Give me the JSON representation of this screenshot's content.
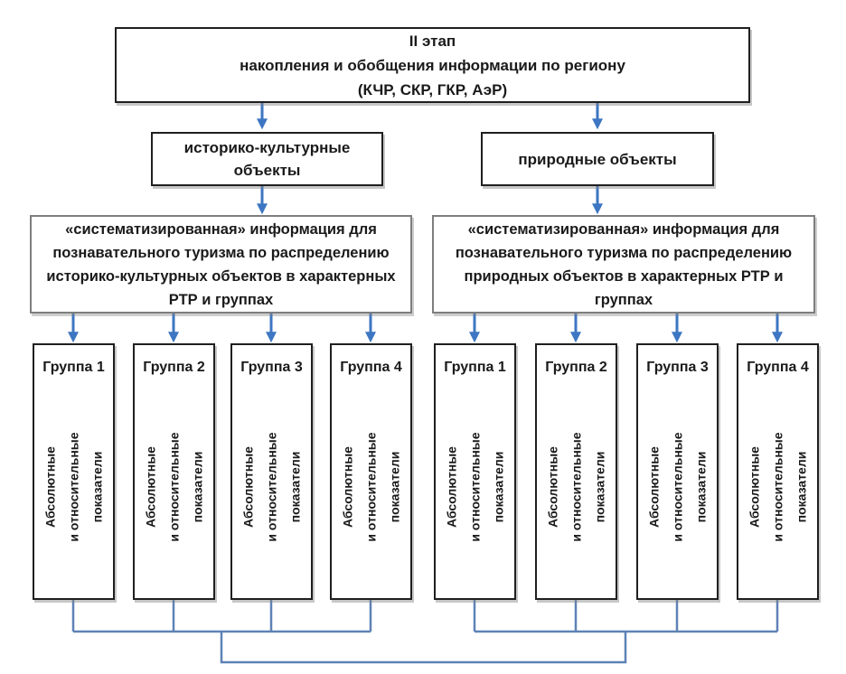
{
  "diagram": {
    "stage_box": {
      "lines": [
        "II этап",
        "накопления и обобщения информации по региону",
        "(КЧР, СКР, ГКР, АэР)"
      ]
    },
    "branches": [
      {
        "id": "historical-cultural",
        "category_lines": [
          "историко-культурные",
          "объекты"
        ],
        "info_lines": [
          "«систематизированная» информация для",
          "познавательного туризма по распределению",
          "историко-культурных объектов в характерных",
          "РТР и группах"
        ],
        "groups": [
          "Группа 1",
          "Группа 2",
          "Группа 3",
          "Группа 4"
        ]
      },
      {
        "id": "natural",
        "category_lines": [
          "природные объекты"
        ],
        "info_lines": [
          "«систематизированная» информация для",
          "познавательного туризма по распределению",
          "природных объектов в характерных РТР и",
          "группах"
        ],
        "groups": [
          "Группа 1",
          "Группа 2",
          "Группа 3",
          "Группа 4"
        ]
      }
    ],
    "group_indicator_lines": [
      "Абсолютные",
      "и относительные",
      "показатели"
    ]
  },
  "colors": {
    "arrow_blue": "#3d76c2",
    "connector_blue": "#5e82b6",
    "box_border_dark": "#1f1f1f",
    "info_border_gray": "#7e7e7e",
    "background": "#ffffff"
  }
}
